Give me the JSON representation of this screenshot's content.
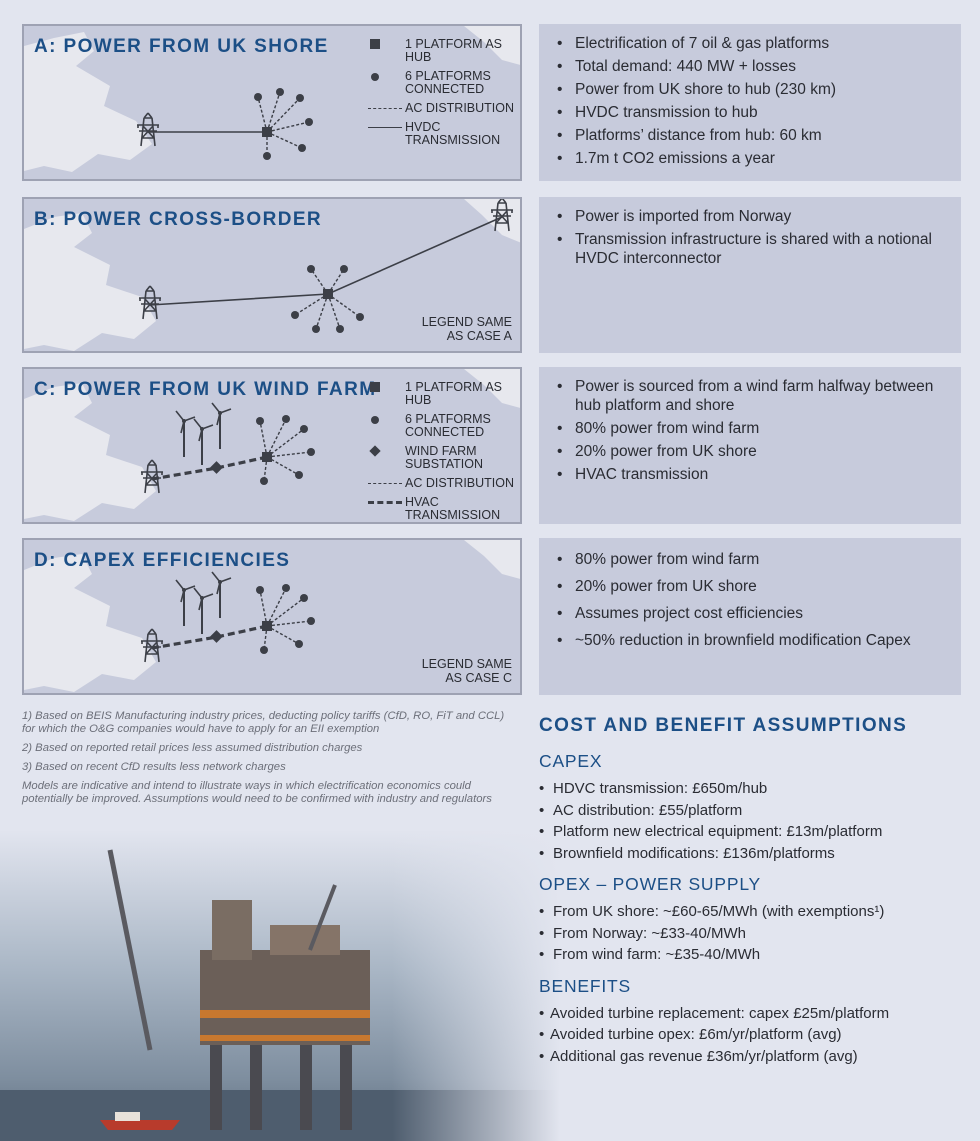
{
  "panels": [
    {
      "title": "A: POWER FROM UK SHORE",
      "legend": [
        "1 PLATFORM AS HUB",
        "6 PLATFORMS CONNECTED",
        "AC DISTRIBUTION",
        "HVDC TRANSMISSION"
      ],
      "bullets": [
        "Electrification of 7 oil & gas platforms",
        "Total demand: 440 MW + losses",
        "Power from UK shore to hub (230 km)",
        "HVDC transmission to hub",
        "Platforms’ distance from hub: 60 km",
        "1.7m t CO2 emissions a year"
      ]
    },
    {
      "title": "B: POWER CROSS-BORDER",
      "legend_note": "LEGEND SAME\nAS CASE A",
      "bullets": [
        "Power is imported from Norway",
        "Transmission infrastructure is shared with a notional HVDC interconnector"
      ]
    },
    {
      "title": "C: POWER FROM UK WIND FARM",
      "legend": [
        "1 PLATFORM AS HUB",
        "6 PLATFORMS CONNECTED",
        "WIND FARM SUBSTATION",
        "AC DISTRIBUTION",
        "HVAC TRANSMISSION"
      ],
      "bullets": [
        "Power is sourced from a wind farm halfway between hub platform and shore",
        "80% power from wind farm",
        "20% power from UK shore",
        "HVAC transmission"
      ]
    },
    {
      "title": "D: CAPEX EFFICIENCIES",
      "legend_note": "LEGEND SAME\nAS CASE C",
      "bullets": [
        "80% power from wind farm",
        "20% power from UK shore",
        "Assumes project cost efficiencies",
        "~50% reduction in brownfield modification Capex"
      ]
    }
  ],
  "footnotes": [
    "1) Based on BEIS Manufacturing industry prices, deducting policy tariffs (CfD, RO, FiT and CCL) for which the O&G companies would have to apply for an EII exemption",
    "2) Based on reported retail prices less assumed distribution charges",
    "3) Based on recent CfD results less network charges",
    "Models are indicative and intend to illustrate ways in which electrification economics could potentially be improved. Assumptions would need to be confirmed with industry and regulators"
  ],
  "assumptions": {
    "title": "COST AND BENEFIT ASSUMPTIONS",
    "capex": {
      "heading": "CAPEX",
      "items": [
        "HDVC transmission: £650m/hub",
        "AC distribution: £55/platform",
        "Platform new electrical equipment: £13m/platform",
        "Brownfield modifications: £136m/platforms"
      ]
    },
    "opex": {
      "heading": "OPEX – POWER SUPPLY",
      "items": [
        "From UK shore: ~£60-65/MWh (with exemptions¹)",
        "From Norway: ~£33-40/MWh",
        "From wind farm: ~£35-40/MWh"
      ]
    },
    "benefits": {
      "heading": "BENEFITS",
      "items": [
        "Avoided turbine replacement: capex £25m/platform",
        "Avoided turbine opex: £6m/yr/platform (avg)",
        "Additional gas revenue £36m/yr/platform (avg)"
      ]
    }
  },
  "colors": {
    "accent": "#1c4f86",
    "panel": "#c7cbdc",
    "land": "#e7e8ee",
    "dark": "#3c3f47"
  },
  "icons": [
    "pylon-icon",
    "hub-platform-icon",
    "platform-dot-icon",
    "wind-turbine-icon",
    "substation-icon"
  ]
}
